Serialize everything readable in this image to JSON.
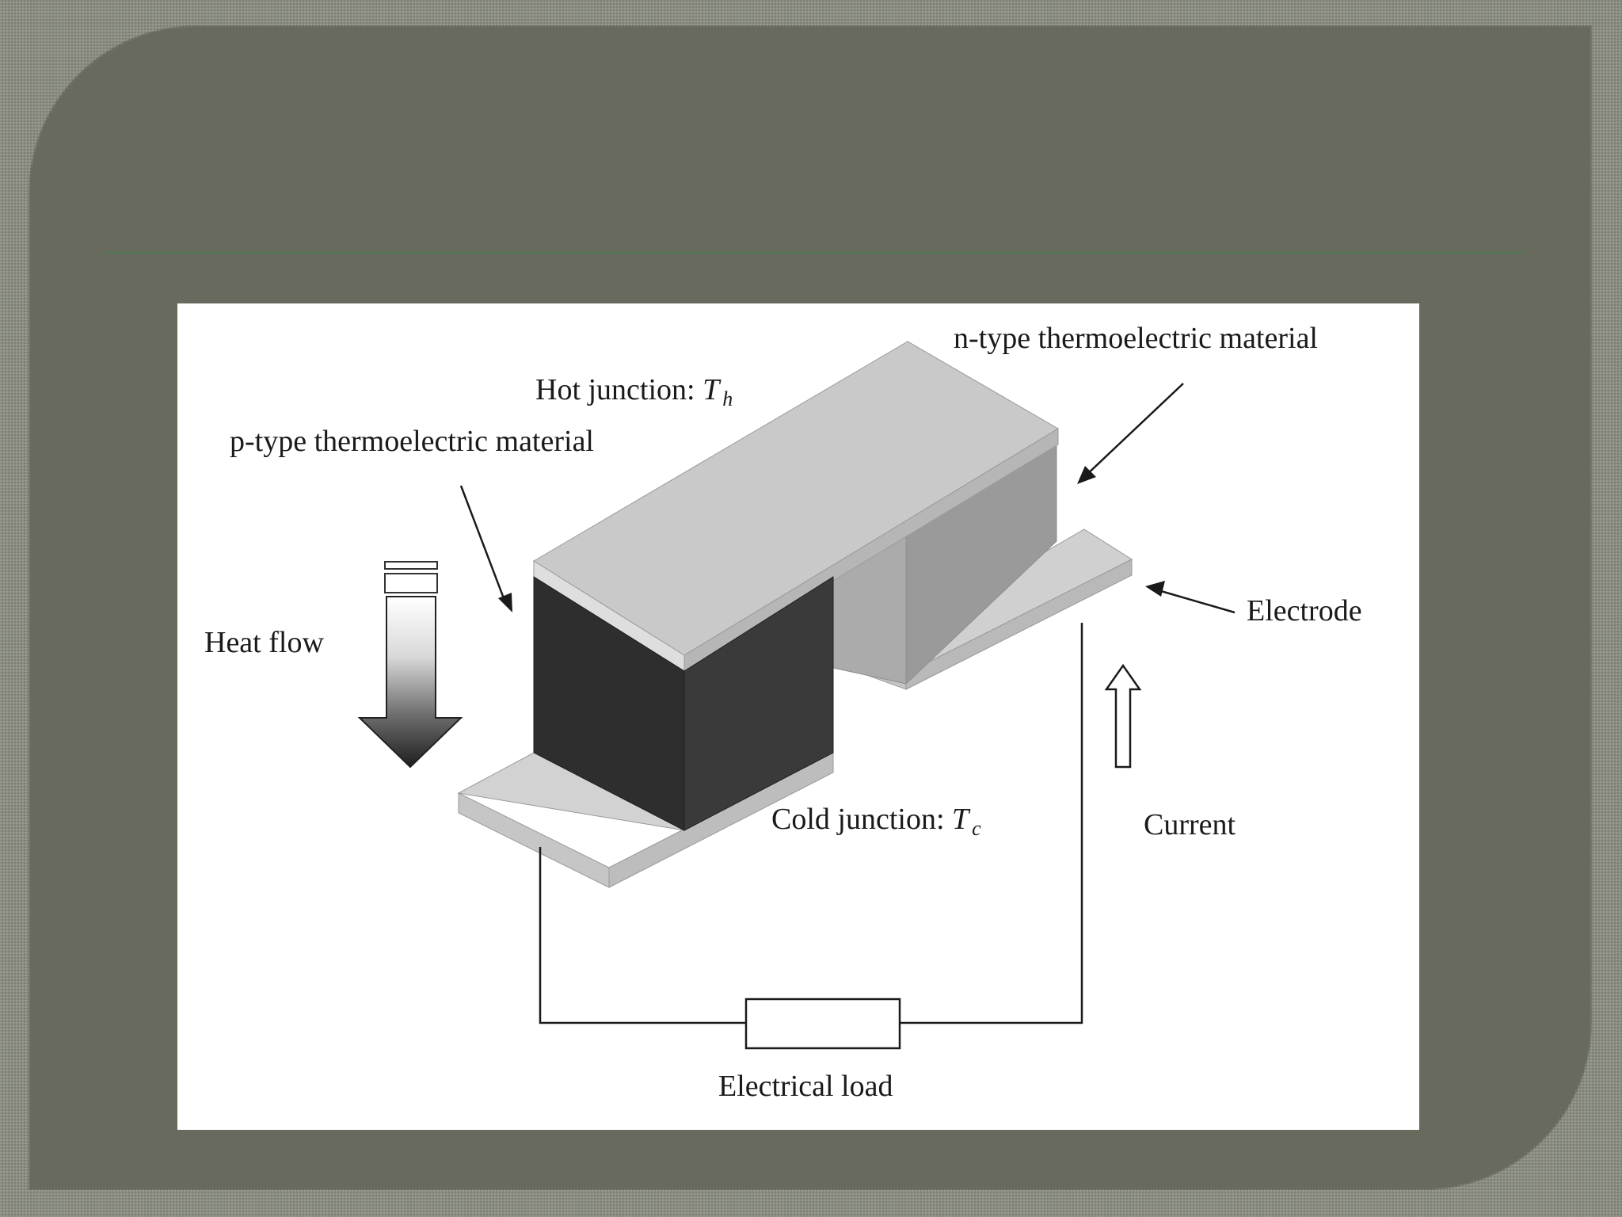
{
  "diagram": {
    "labels": {
      "n_type": "n-type thermoelectric  material",
      "hot_junction": "Hot junction: ",
      "hot_symbol": "T",
      "hot_subscript": "h",
      "p_type": "p-type thermoelectric  material",
      "heat_flow": "Heat flow",
      "electrode": "Electrode",
      "cold_junction": "Cold junction: ",
      "cold_symbol": "T",
      "cold_subscript": "c",
      "current": "Current",
      "electrical_load": "Electrical  load"
    },
    "colors": {
      "panel": "#676a5d",
      "frame": "#8b8e81",
      "rule": "#4f7a55",
      "p_leg": "#353535",
      "n_leg": "#9a9a9a",
      "electrode": "#cfcfcf"
    }
  }
}
